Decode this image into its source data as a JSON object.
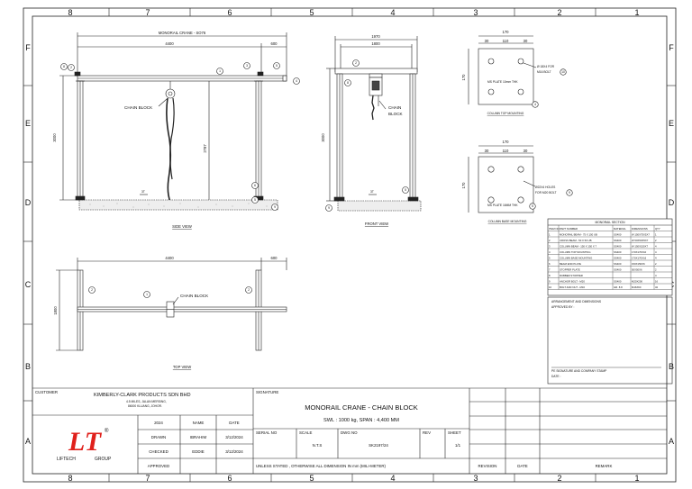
{
  "drawing": {
    "zones_top": [
      "8",
      "7",
      "6",
      "5",
      "4",
      "3",
      "2",
      "1"
    ],
    "zones_bottom": [
      "8",
      "7",
      "6",
      "5",
      "4",
      "3",
      "2",
      "1"
    ],
    "zones_left": [
      "F",
      "E",
      "D",
      "C",
      "B",
      "A"
    ],
    "zones_right": [
      "F",
      "E",
      "D",
      "C",
      "B",
      "A"
    ]
  },
  "side_view": {
    "title": "MONORAIL CRANE - SO76",
    "dim_total": "4400",
    "dim_overhang": "600",
    "height": "3000",
    "height_inner": "2787",
    "chain_block_label": "CHAIN BLOCK",
    "view_label": "SIDE VIEW",
    "balloons": [
      "8",
      "2",
      "3",
      "4",
      "5",
      "1",
      "6",
      "5",
      "9"
    ],
    "marker": "3T"
  },
  "front_view": {
    "dim_outer": "1970",
    "dim_inner": "1800",
    "height": "3000",
    "chain_block_label_1": "CHAIN",
    "chain_block_label_2": "BLOCK",
    "view_label": "FRONT VIEW",
    "balloons": [
      "2",
      "8",
      "5",
      "9"
    ],
    "marker": "3T"
  },
  "column_top": {
    "dim_w": "170",
    "dim_a": "30",
    "dim_b": "110",
    "dim_c": "30",
    "dim_h": "170",
    "hole_note": "Ø 18X4 FOR",
    "hole_note_2": "M16 BOLT",
    "hole_balloon": "10",
    "plate_note": "MS PLATE 10mm THK",
    "plate_balloon": "4",
    "label": "COLUMN TOP MOUNTING"
  },
  "column_base": {
    "dim_w": "170",
    "dim_a": "30",
    "dim_b": "110",
    "dim_c": "30",
    "dim_h": "170",
    "hole_note": "Ø22X4 HOLES",
    "hole_note_2": "FOR M20 BOLT",
    "hole_balloon": "9",
    "plate_note": "MS PLATE 16MM THK",
    "plate_balloon": "5",
    "label": "COLUMN BASE MOUNTING"
  },
  "top_view": {
    "dim_total": "4400",
    "dim_overhang": "600",
    "width": "1800",
    "chain_block_label": "CHAIN BLOCK",
    "view_label": "TOP VIEW",
    "balloons": [
      "2",
      "1",
      "2"
    ]
  },
  "bom": {
    "title": "MONORAIL SECTION",
    "headers": [
      "ITEM NO",
      "PART NUMBER",
      "MATERIAL",
      "DIMENSIONS",
      "QTY"
    ],
    "rows": [
      [
        "1",
        "MONORAIL BEAM - 75 X 150 UB",
        "SS400",
        "W 150X75X5X7",
        "1"
      ],
      [
        "2",
        "CROSS BEAM - 50 X 50 UB",
        "SS400",
        "W 50X50X5X7",
        "2"
      ],
      [
        "3",
        "COLUMN BEAM - 150 X 150 X 7",
        "SS400",
        "W 150X150X7",
        "4"
      ],
      [
        "4",
        "COLUMN TOP MOUNTING",
        "SS400",
        "170X170X10",
        "4"
      ],
      [
        "5",
        "COLUMN BASE MOUNTING",
        "SS400",
        "170X170X16",
        "4"
      ],
      [
        "6",
        "BEAM END PLATE",
        "SS400",
        "150X150X6",
        "2"
      ],
      [
        "7",
        "STOPPER PLATE",
        "SS400",
        "50X50X6",
        "2"
      ],
      [
        "8",
        "RUBBER STOPPER",
        "",
        "",
        "4"
      ],
      [
        "9",
        "ANCHOR BOLT - M20",
        "SS400",
        "M20X200",
        "16"
      ],
      [
        "10",
        "BOLT AND NUT - M16",
        "GR. 8.8",
        "M16X60",
        "32"
      ]
    ]
  },
  "approval": {
    "line1": "ARRANGEMENT AND DIMENSIONS",
    "line2": "APPROVED BY :",
    "sig": "PE SIGNATURE AND COMPANY STAMP",
    "date": "DATE :"
  },
  "title_block": {
    "customer_label": "CUSTOMER",
    "customer": "KIMBERLY-CLARK PRODUCTS SDN BHD",
    "address1": "4.5 MILES, JALAN MERSING,",
    "address2": "86000 KLUANG, JOHOR.",
    "signature_label": "SIGNATURE",
    "title": "MONORAIL CRANE - CHAIN BLOCK",
    "subtitle": "SWL : 1000 kg, SPAN : 4,400 MM",
    "year": "2024",
    "name_h": "NAME",
    "date_h": "DATE",
    "drawn": "DRAWN",
    "drawn_name": "IBRAHIM",
    "drawn_date": "3/12/2024",
    "checked": "CHECKED",
    "checked_name": "EDDIE",
    "checked_date": "3/12/2024",
    "approved": "APPROVED",
    "serial_h": "SERIAL NO",
    "scale_h": "SCALE",
    "scale": "N.T.S",
    "dwg_h": "DWG NO",
    "dwg": "SK2197/24",
    "rev_h": "REV",
    "sheet_h": "SHEET",
    "sheet": "1/1",
    "note": "UNLESS STATED , OTHERWISE ALL DIMENSION IN mm (MILI-METER)",
    "revision": "REVISION",
    "rev_date": "DATE",
    "remark": "REMARK",
    "logo_text": "LT",
    "logo_reg": "®",
    "logo_company": "LIFTECH",
    "logo_group": "GROUP",
    "brand_red": "#e0201b"
  }
}
